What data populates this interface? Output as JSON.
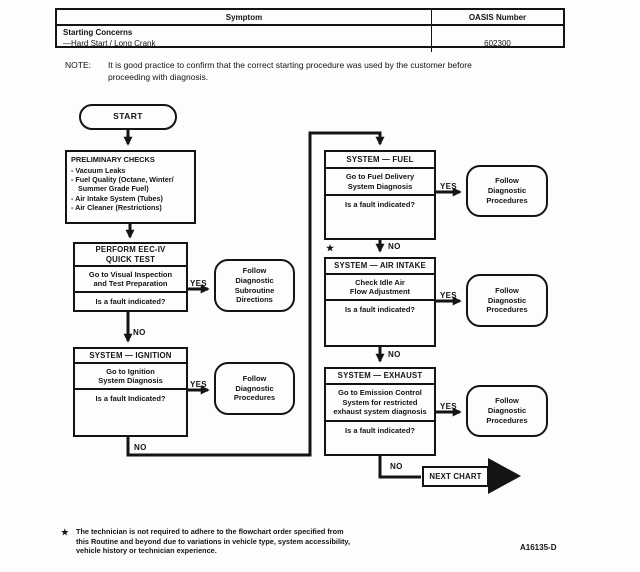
{
  "header_table": {
    "col_symptom": "Symptom",
    "col_oasis": "OASIS Number",
    "symptom_group": "Starting Concerns",
    "symptom_item": "—Hard Start / Long Crank",
    "oasis_value": "602300"
  },
  "note": {
    "label": "NOTE:",
    "text": "It is good practice to confirm that the correct starting procedure was used by the customer before\nproceeding with diagnosis."
  },
  "flowchart": {
    "start_label": "START",
    "labels": {
      "yes": "YES",
      "no": "NO"
    },
    "star": "★",
    "preliminary": {
      "title": "PRELIMINARY CHECKS",
      "items": [
        "- Vacuum Leaks",
        "- Fuel Quality (Octane, Winter/ Summer Grade Fuel)",
        "- Air Intake System (Tubes)",
        "- Air Cleaner (Restrictions)"
      ]
    },
    "quick_test": {
      "title": "PERFORM EEC-IV\nQUICK TEST",
      "action": "Go to Visual Inspection\nand Test Preparation",
      "question": "Is a fault indicated?"
    },
    "quick_test_result": "Follow\nDiagnostic\nSubroutine\nDirections",
    "ignition": {
      "title": "SYSTEM — IGNITION",
      "action": "Go to Ignition\nSystem Diagnosis",
      "question": "Is a fault Indicated?"
    },
    "ignition_result": "Follow\nDiagnostic\nProcedures",
    "fuel": {
      "title": "SYSTEM — FUEL",
      "action": "Go to Fuel Delivery\nSystem Diagnosis",
      "question": "Is a fault indicated?"
    },
    "fuel_result": "Follow\nDiagnostic\nProcedures",
    "air_intake": {
      "title": "SYSTEM — AIR INTAKE",
      "action": "Check Idle Air\nFlow Adjustment",
      "question": "Is a fault indicated?"
    },
    "air_intake_result": "Follow\nDiagnostic\nProcedures",
    "exhaust": {
      "title": "SYSTEM — EXHAUST",
      "action": "Go to Emission Control\nSystem for restricted\nexhaust system diagnosis",
      "question": "Is a fault indicated?"
    },
    "exhaust_result": "Follow\nDiagnostic\nProcedures",
    "next_chart": "NEXT CHART"
  },
  "footnote": {
    "star": "★",
    "text": "The technician is not required to adhere to the flowchart order specified from\nthis Routine and beyond due to variations in vehicle type, system accessibility,\nvehicle history or technician experience.",
    "doc_id": "A16135-D"
  }
}
